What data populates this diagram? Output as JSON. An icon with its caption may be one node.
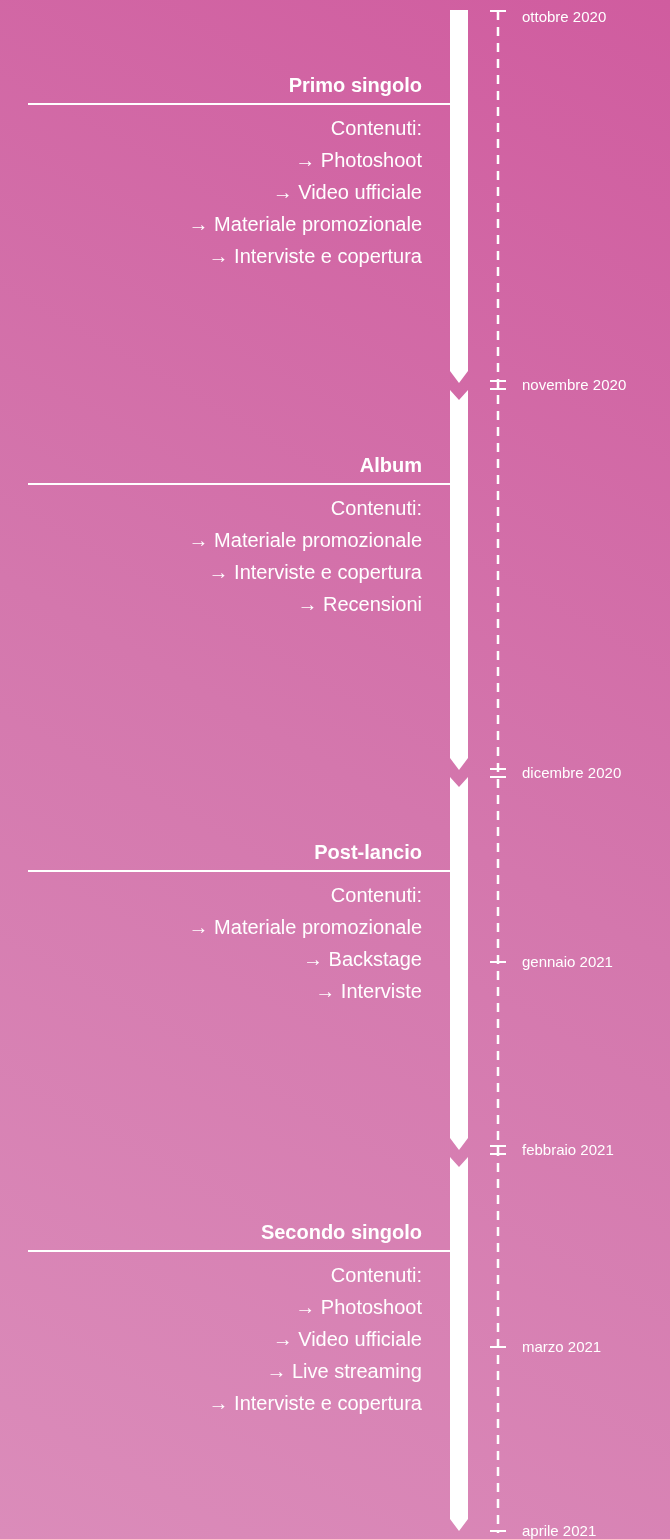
{
  "diagram": {
    "nodes": [
      {
        "text": [
          "Primo singolo",
          "Contenuti:",
          "→ Photoshoot",
          "→ Video ufficiale",
          "→ Materiale promozionale",
          "→ Interviste e copertura"
        ]
      },
      {
        "text": [
          "Album",
          "Contenuti:",
          "→ Materiale promozionale",
          "→ Interviste e copertura",
          "→ Recensioni"
        ]
      },
      {
        "text": [
          "Post-lancio",
          "Contenuti:",
          "→ Materiale promozionale",
          "→ Backstage",
          "→ Interviste"
        ]
      },
      {
        "text": [
          "Secondo singolo",
          "Contenuti:",
          "→ Photoshoot",
          "→ Video ufficiale",
          "→ Live streaming",
          "→ Interviste e copertura"
        ]
      }
    ],
    "labels": [
      "ottobre 2020",
      "novembre 2020",
      "dicembre 2020",
      "gennaio 2021",
      "febbraio 2021",
      "marzo 2021",
      "aprile 2021"
    ]
  }
}
